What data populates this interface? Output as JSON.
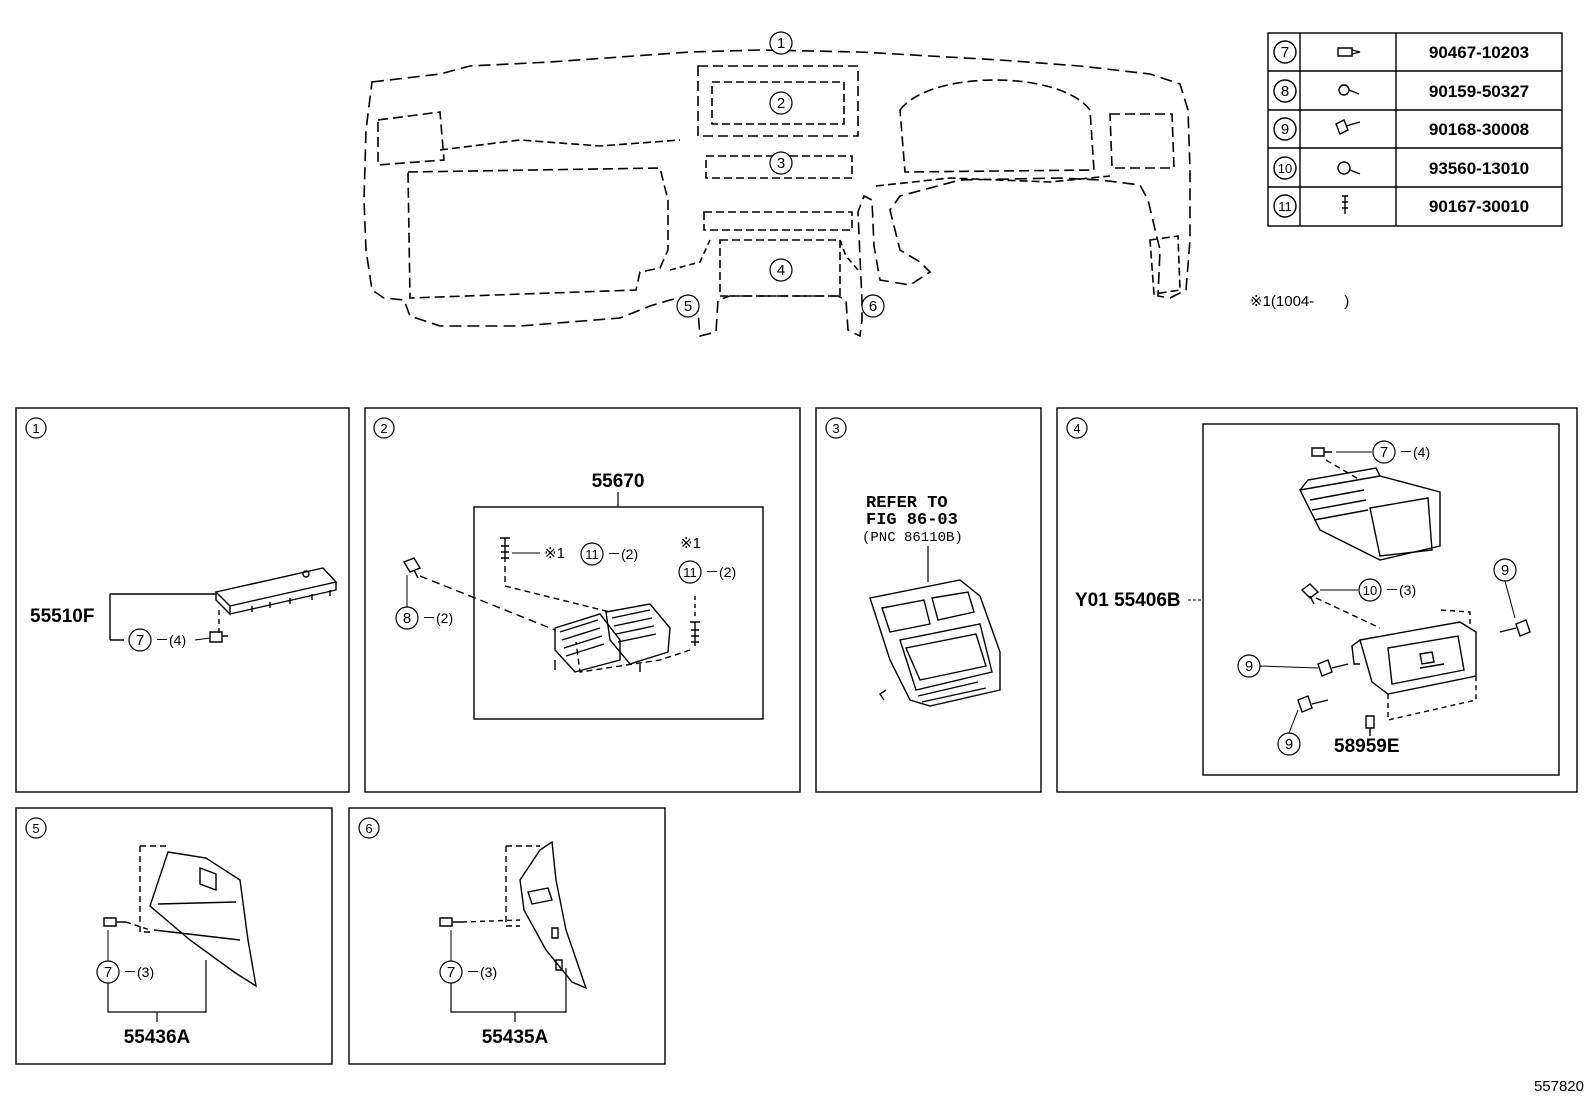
{
  "main_callouts": [
    "1",
    "2",
    "3",
    "4",
    "5",
    "6"
  ],
  "parts_table": [
    {
      "ref": "7",
      "part": "90467-10203"
    },
    {
      "ref": "8",
      "part": "90159-50327"
    },
    {
      "ref": "9",
      "part": "90168-30008"
    },
    {
      "ref": "10",
      "part": "93560-13010"
    },
    {
      "ref": "11",
      "part": "90167-30010"
    }
  ],
  "note": "※1(1004-　　)",
  "panels": {
    "p1": {
      "num": "1",
      "part": "55510F",
      "callout": "7",
      "qty": "－(4)"
    },
    "p2": {
      "num": "2",
      "assy": "55670",
      "callout_8": "8",
      "qty_8": "－(2)",
      "mark1": "※1",
      "callout_11a": "11",
      "qty_11a": "－(2)",
      "mark2": "※1",
      "callout_11b": "11",
      "qty_11b": "－(2)"
    },
    "p3": {
      "num": "3",
      "refer_line1": "REFER TO",
      "refer_line2": "FIG 86-03",
      "refer_line3": "(PNC 86110B)"
    },
    "p4": {
      "num": "4",
      "assy": "Y01 55406B",
      "callout_7": "7",
      "qty_7": "－(4)",
      "callout_10": "10",
      "qty_10": "－(3)",
      "callout_9a": "9",
      "callout_9b": "9",
      "callout_9c": "9",
      "part_e": "58959E"
    },
    "p5": {
      "num": "5",
      "callout": "7",
      "qty": "－(3)",
      "part": "55436A"
    },
    "p6": {
      "num": "6",
      "callout": "7",
      "qty": "－(3)",
      "part": "55435A"
    }
  },
  "figure_id": "557820"
}
